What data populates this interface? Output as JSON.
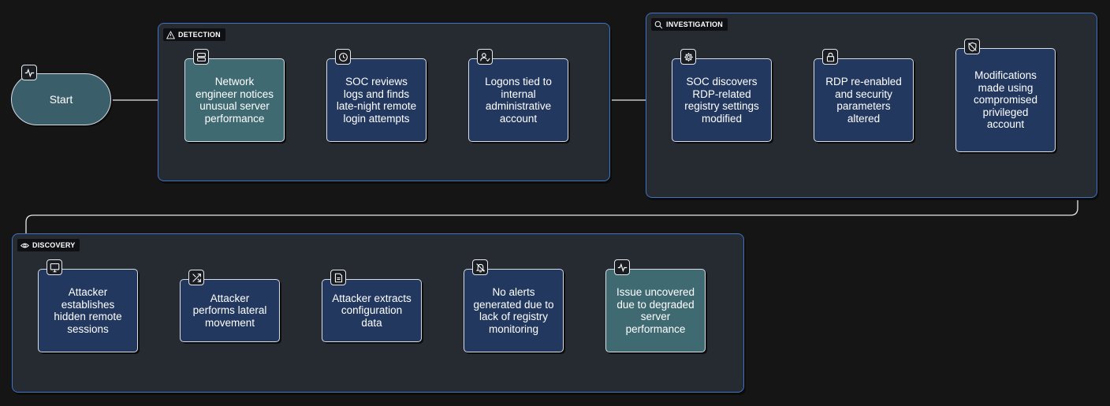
{
  "start": {
    "label": "Start",
    "icon": "activity-icon"
  },
  "groups": {
    "detection": {
      "label": "DETECTION",
      "icon": "warning-icon"
    },
    "investigation": {
      "label": "INVESTIGATION",
      "icon": "search-icon"
    },
    "discovery": {
      "label": "DISCOVERY",
      "icon": "eye-icon"
    }
  },
  "nodes": {
    "n1": {
      "text": "Network\nengineer notices\nunusual server\nperformance",
      "icon": "server-icon"
    },
    "n2": {
      "text": "SOC reviews\nlogs and finds\nlate-night remote\nlogin attempts",
      "icon": "clock-icon"
    },
    "n3": {
      "text": "Logons tied to\ninternal\nadministrative\naccount",
      "icon": "user-check-icon"
    },
    "n4": {
      "text": "SOC discovers\nRDP-related\nregistry settings\nmodified",
      "icon": "gear-icon"
    },
    "n5": {
      "text": "RDP re-enabled\nand security\nparameters\naltered",
      "icon": "lock-icon"
    },
    "n6": {
      "text": "Modifications\nmade using\ncompromised\nprivileged\naccount",
      "icon": "shield-off-icon"
    },
    "n7": {
      "text": "Attacker\nestablishes\nhidden remote\nsessions",
      "icon": "monitor-icon"
    },
    "n8": {
      "text": "Attacker\nperforms lateral\nmovement",
      "icon": "shuffle-icon"
    },
    "n9": {
      "text": "Attacker extracts\nconfiguration\ndata",
      "icon": "file-icon"
    },
    "n10": {
      "text": "No alerts\ngenerated due to\nlack of registry\nmonitoring",
      "icon": "bell-off-icon"
    },
    "n11": {
      "text": "Issue uncovered\ndue to degraded\nserver\nperformance",
      "icon": "activity-icon"
    }
  }
}
